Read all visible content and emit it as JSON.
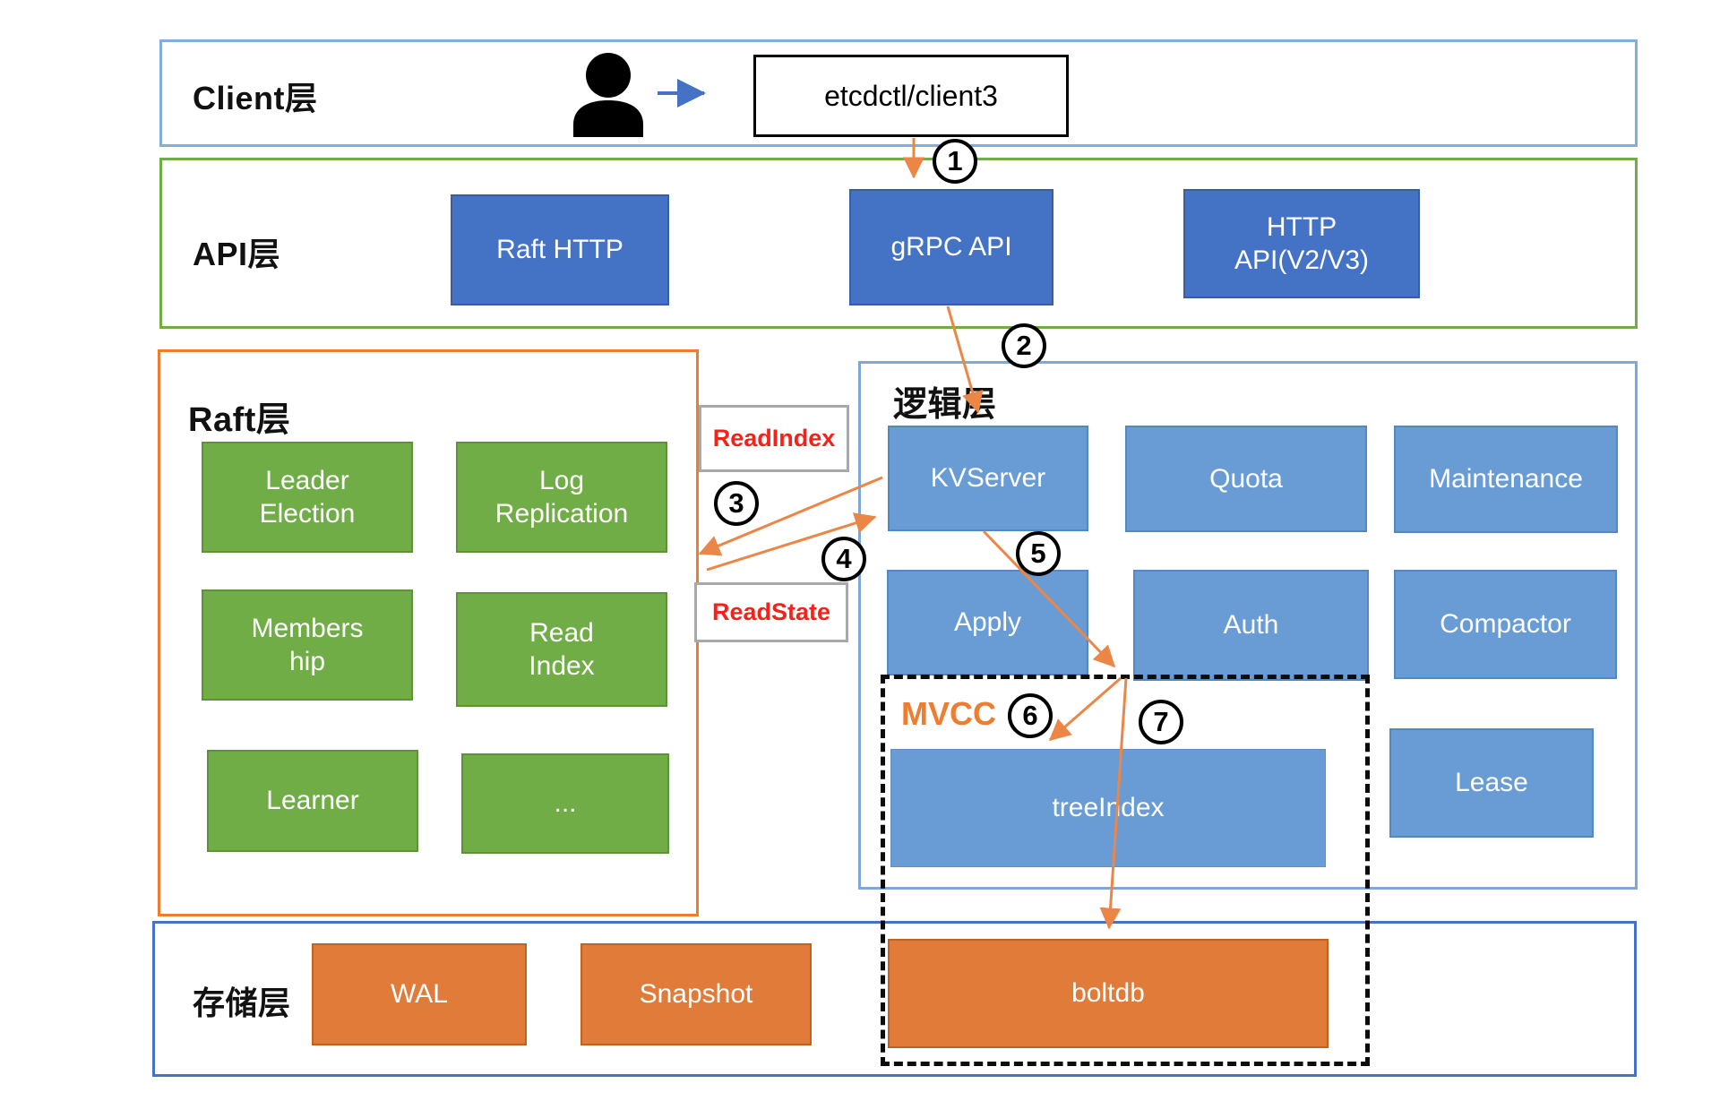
{
  "client_layer": {
    "label": "Client层",
    "client_box": "etcdctl/client3"
  },
  "api_layer": {
    "label": "API层",
    "raft_http": "Raft HTTP",
    "grpc_api": "gRPC API",
    "http_api": "HTTP\nAPI(V2/V3)"
  },
  "raft_layer": {
    "label": "Raft层",
    "leader_election": "Leader\nElection",
    "log_replication": "Log\nReplication",
    "membership": "Members\nhip",
    "read_index": "Read\nIndex",
    "learner": "Learner",
    "more": "..."
  },
  "logic_layer": {
    "label": "逻辑层",
    "kvserver": "KVServer",
    "quota": "Quota",
    "maintenance": "Maintenance",
    "apply": "Apply",
    "auth": "Auth",
    "compactor": "Compactor",
    "mvcc_label": "MVCC",
    "tree_index": "treeIndex",
    "lease": "Lease"
  },
  "storage_layer": {
    "label": "存储层",
    "wal": "WAL",
    "snapshot": "Snapshot",
    "boltdb": "boltdb"
  },
  "messages": {
    "read_index": "ReadIndex",
    "read_state": "ReadState"
  },
  "steps": [
    "1",
    "2",
    "3",
    "4",
    "5",
    "6",
    "7"
  ],
  "colors": {
    "client_border": "#85ADDB",
    "api_border": "#70AD47",
    "raft_border": "#ED7D31",
    "logic_border": "#7FA8D9",
    "storage_border": "#4472C4",
    "api_box_fill": "#4472C4",
    "logic_box_fill": "#699CD5",
    "green_box_fill": "#70AD47",
    "orange_box_fill": "#E07B39",
    "message_text": "#F52219",
    "mvcc_text": "#ED7D31",
    "arrow": "#EC8646",
    "client_arrow": "#4472C4"
  }
}
